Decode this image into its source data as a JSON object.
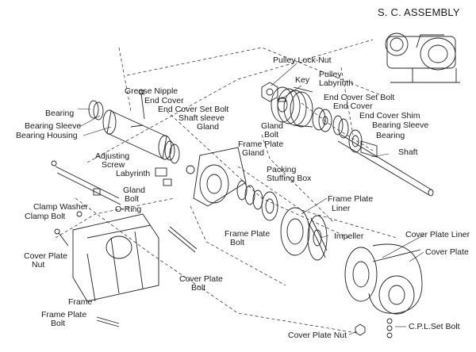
{
  "title": "S. C. ASSEMBLY",
  "labels": {
    "pulley_lock_nut": "Pulley Lock-Nut",
    "key": "Key",
    "pulley": "Pulley",
    "labyrinth_pulley": "Labyrinth",
    "grease_nipple": "Grease Nipple",
    "end_cover_left": "End Cover",
    "end_cover_set_bolt_left": "End Cover Set Bolt",
    "end_cover_set_bolt_right": "End Cover Set Bolt",
    "end_cover_right": "End Cover",
    "end_cover_shim": "End Cover Shim",
    "shaft_sleeve": "Shaft sleeve",
    "gland_top": "Gland",
    "gland_bolt_top": "Gland",
    "gland_bolt_top2": "Bolt",
    "bearing_left": "Bearing",
    "bearing_sleeve_left": "Bearing Sleeve",
    "bearing_housing": "Bearing Housing",
    "bearing_sleeve_right": "Bearing Sleeve",
    "bearing_right": "Bearing",
    "frame_plate_gland_1": "Frame Plate",
    "frame_plate_gland_2": "Gland",
    "shaft": "Shaft",
    "adjusting_screw_1": "Adjusting",
    "adjusting_screw_2": "Screw",
    "labyrinth_left": "Labyrinth",
    "packing": "Packing",
    "stuffing_box": "Stuffing Box",
    "gland_bolt_left_1": "Gland",
    "gland_bolt_left_2": "Bolt",
    "o_ring": "O-Ring",
    "frame_plate_liner_1": "Frame Plate",
    "frame_plate_liner_2": "Liner",
    "clamp_washer": "Clamp Washer",
    "clamp_bolt": "Clamp Bolt",
    "frame_plate_bolt_mid_1": "Frame Plate",
    "frame_plate_bolt_mid_2": "Bolt",
    "impeller": "Impeller",
    "cover_plate_liner": "Cover Plate Liner",
    "cover_plate": "Cover Plate",
    "cover_plate_nut_1": "Cover Plate",
    "cover_plate_nut_2": "Nut",
    "cover_plate_bolt_1": "Cover Plate",
    "cover_plate_bolt_2": "Bolt",
    "frame": "Frame",
    "frame_plate_bolt_bottom_1": "Frame Plate",
    "frame_plate_bolt_bottom_2": "Bolt",
    "cover_plate_nut_bottom": "Cover Plate Nut",
    "cpl_set_bolt": "C.P.L.Set Bolt"
  }
}
